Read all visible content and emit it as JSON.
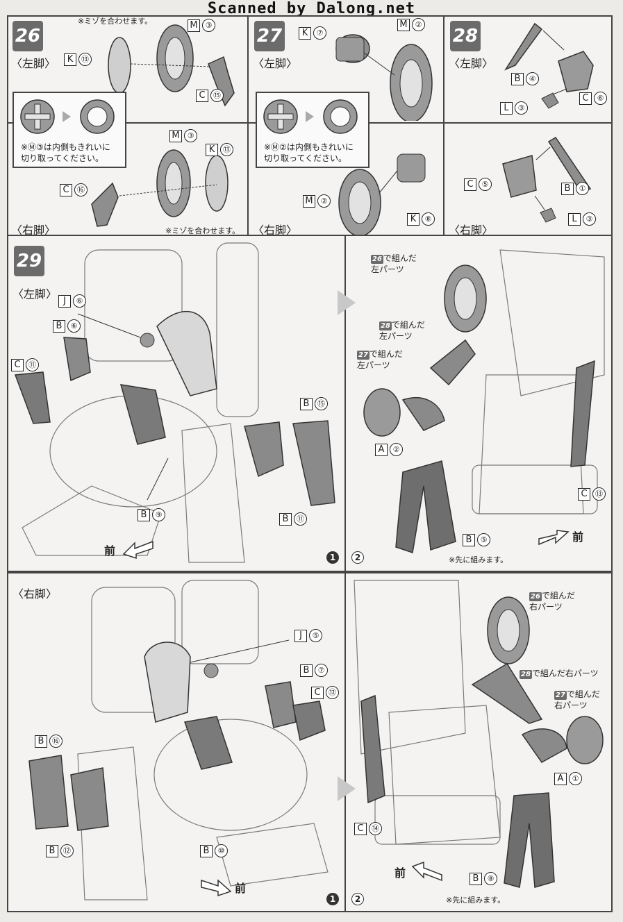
{
  "watermark": "Scanned by Dalong.net",
  "steps": {
    "s26": {
      "number": "26",
      "left_label": "〈左脚〉",
      "right_label": "〈右脚〉",
      "top_note": "※ミゾを合わせます。",
      "bottom_note": "※ミゾを合わせます。",
      "cut_note": "※Ⓜ③は内側もきれいに\n切り取ってください。",
      "parts_top": [
        {
          "letter": "M",
          "num": "③"
        },
        {
          "letter": "K",
          "num": "⑬"
        },
        {
          "letter": "C",
          "num": "⑮"
        }
      ],
      "parts_bottom": [
        {
          "letter": "M",
          "num": "③"
        },
        {
          "letter": "K",
          "num": "⑬"
        },
        {
          "letter": "C",
          "num": "⑯"
        }
      ]
    },
    "s27": {
      "number": "27",
      "left_label": "〈左脚〉",
      "right_label": "〈右脚〉",
      "cut_note": "※Ⓜ②は内側もきれいに\n切り取ってください。",
      "parts_top": [
        {
          "letter": "K",
          "num": "⑦"
        },
        {
          "letter": "M",
          "num": "②"
        }
      ],
      "parts_bottom": [
        {
          "letter": "M",
          "num": "②"
        },
        {
          "letter": "K",
          "num": "⑧"
        }
      ]
    },
    "s28": {
      "number": "28",
      "left_label": "〈左脚〉",
      "right_label": "〈右脚〉",
      "parts_top": [
        {
          "letter": "B",
          "num": "④"
        },
        {
          "letter": "C",
          "num": "⑥"
        },
        {
          "letter": "L",
          "num": "③"
        }
      ],
      "parts_bottom": [
        {
          "letter": "C",
          "num": "⑤"
        },
        {
          "letter": "B",
          "num": "①"
        },
        {
          "letter": "L",
          "num": "③"
        }
      ]
    },
    "s29": {
      "number": "29",
      "left_label": "〈左脚〉",
      "right_label": "〈右脚〉",
      "left_leg_parts_1": [
        {
          "letter": "J",
          "num": "⑥"
        },
        {
          "letter": "B",
          "num": "⑥"
        },
        {
          "letter": "C",
          "num": "⑪"
        },
        {
          "letter": "B",
          "num": "⑮"
        },
        {
          "letter": "B",
          "num": "⑨"
        },
        {
          "letter": "B",
          "num": "⑪"
        }
      ],
      "left_leg_parts_2": [
        {
          "letter": "A",
          "num": "②"
        },
        {
          "letter": "B",
          "num": "⑤"
        },
        {
          "letter": "C",
          "num": "⑬"
        }
      ],
      "left_refs": [
        {
          "badge": "26",
          "text": "で組んだ\n左パーツ"
        },
        {
          "badge": "28",
          "text": "で組んだ\n左パーツ"
        },
        {
          "badge": "27",
          "text": "で組んだ\n左パーツ"
        }
      ],
      "right_leg_parts_1": [
        {
          "letter": "J",
          "num": "⑤"
        },
        {
          "letter": "B",
          "num": "⑦"
        },
        {
          "letter": "C",
          "num": "⑫"
        },
        {
          "letter": "B",
          "num": "⑯"
        },
        {
          "letter": "B",
          "num": "⑫"
        },
        {
          "letter": "B",
          "num": "⑩"
        }
      ],
      "right_leg_parts_2": [
        {
          "letter": "A",
          "num": "①"
        },
        {
          "letter": "C",
          "num": "⑭"
        },
        {
          "letter": "B",
          "num": "⑧"
        }
      ],
      "right_refs": [
        {
          "badge": "26",
          "text": "で組んだ\n右パーツ"
        },
        {
          "badge": "28",
          "text": "で組んだ右パーツ"
        },
        {
          "badge": "27",
          "text": "で組んだ\n右パーツ"
        }
      ],
      "first_note": "※先に組みます。",
      "front_label": "前",
      "seq_1": "1",
      "seq_2": "2"
    }
  }
}
